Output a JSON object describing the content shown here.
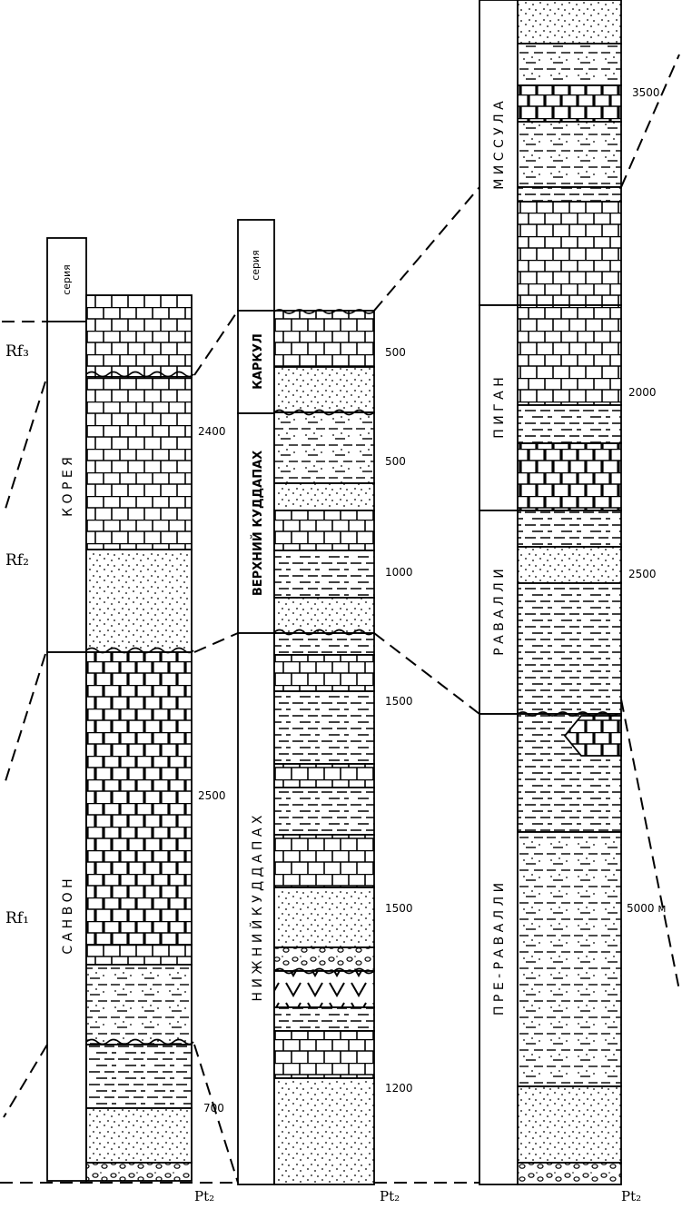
{
  "columns": [
    {
      "id": "left",
      "series_header": "серия",
      "units": [
        {
          "name": "К О Р Е Я"
        },
        {
          "name": "С А Н В О Н"
        }
      ],
      "thickness_labels": [
        "2400",
        "2500",
        "700"
      ],
      "base_label": "Pt₂"
    },
    {
      "id": "middle",
      "series_header": "серия",
      "units": [
        {
          "name": "КАРКУЛ"
        },
        {
          "name": "ВЕРХНИЙ КУДДАПАХ"
        },
        {
          "name": "Н И Ж Н И Й   К У Д Д А П А Х"
        }
      ],
      "thickness_labels": [
        "500",
        "500",
        "1000",
        "1500",
        "1500",
        "1200"
      ],
      "base_label": "Pt₂"
    },
    {
      "id": "right",
      "units": [
        {
          "name": "М И С С У Л А"
        },
        {
          "name": "П И Г А Н"
        },
        {
          "name": "Р А В А Л Л И"
        },
        {
          "name": "П Р Е - Р А В А Л Л И"
        }
      ],
      "thickness_labels": [
        "3500",
        "2000",
        "2500",
        "5000 м"
      ],
      "base_label": "Pt₂"
    }
  ],
  "stage_labels": [
    "Rf₃",
    "Rf₂",
    "Rf₁"
  ]
}
